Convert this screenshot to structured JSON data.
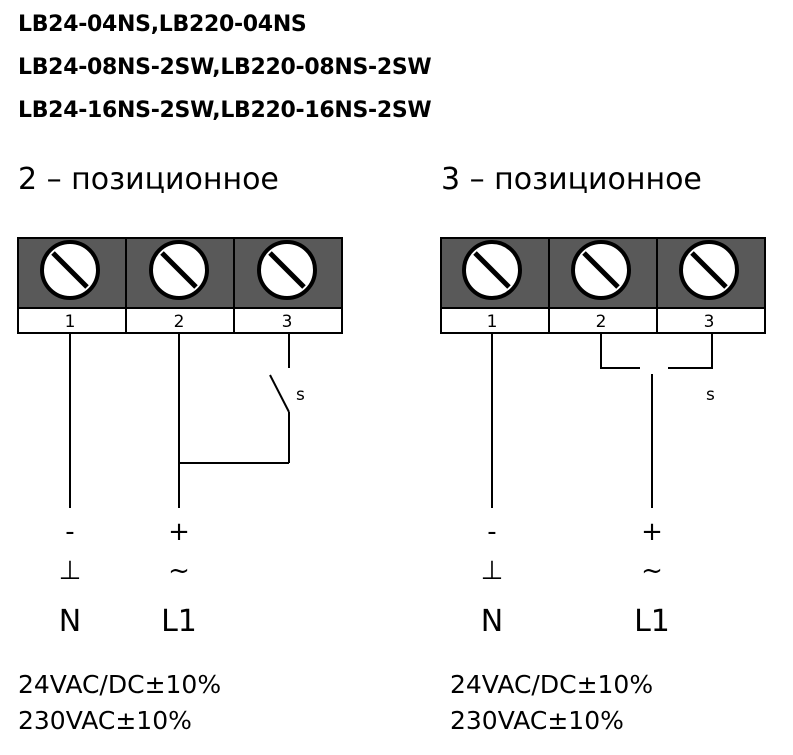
{
  "models": [
    "LB24-04NS,LB220-04NS",
    "LB24-08NS-2SW,LB220-08NS-2SW",
    "LB24-16NS-2SW,LB220-16NS-2SW"
  ],
  "left": {
    "title": "2 – позиционное",
    "terminals": [
      "1",
      "2",
      "3"
    ],
    "switch_label": "s",
    "neg": "-",
    "pos": "+",
    "ground": "⊥",
    "ac": "~",
    "n": "N",
    "l1": "L1",
    "spec_1": "24VAC/DC±10%",
    "spec_2": "230VAC±10%"
  },
  "right": {
    "title": "3 – позиционное",
    "terminals": [
      "1",
      "2",
      "3"
    ],
    "switch_label": "s",
    "neg": "-",
    "pos": "+",
    "ground": "⊥",
    "ac": "~",
    "n": "N",
    "l1": "L1",
    "spec_1": "24VAC/DC±10%",
    "spec_2": "230VAC±10%"
  },
  "colors": {
    "block": "#595959",
    "line": "#000000"
  }
}
